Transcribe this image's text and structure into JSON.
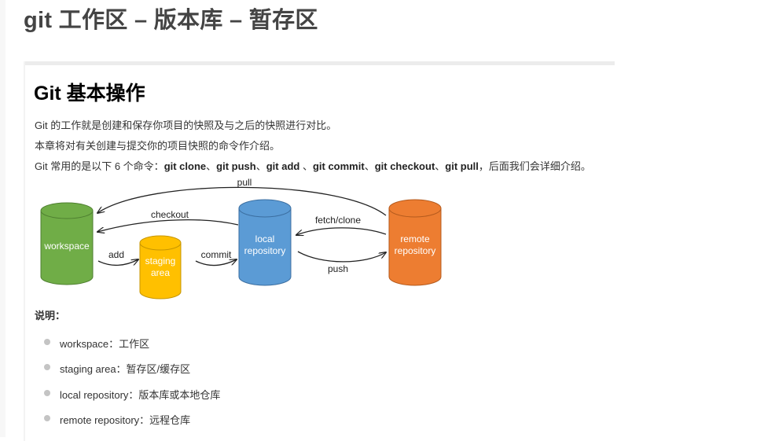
{
  "page_title": "git 工作区 – 版本库 – 暂存区",
  "card_title": "Git 基本操作",
  "paragraphs": {
    "p1": "Git 的工作就是创建和保存你项目的快照及与之后的快照进行对比。",
    "p2": "本章将对有关创建与提交你的项目快照的命令作介绍。",
    "p3_prefix": "Git 常用的是以下 6 个命令：",
    "commands": [
      "git clone",
      "git push",
      "git add",
      "git commit",
      "git checkout",
      "git pull"
    ],
    "sep1": "、",
    "sep2": "、",
    "sep3": " 、",
    "sep4": "、",
    "sep5": "、",
    "p3_suffix": "，后面我们会详细介绍。"
  },
  "diagram": {
    "nodes": {
      "workspace": {
        "label": "workspace",
        "color": "#70AD47"
      },
      "staging": {
        "line1": "staging",
        "line2": "area",
        "color": "#FFC000"
      },
      "local": {
        "line1": "local",
        "line2": "repository",
        "color": "#5B9BD5"
      },
      "remote": {
        "line1": "remote",
        "line2": "repository",
        "color": "#ED7D31"
      }
    },
    "arrows": {
      "pull": "pull",
      "checkout": "checkout",
      "fetch_clone": "fetch/clone",
      "add": "add",
      "commit": "commit",
      "push": "push"
    }
  },
  "note_label": "说明：",
  "definitions": [
    "workspace：工作区",
    "staging area：暂存区/缓存区",
    "local repository：版本库或本地仓库",
    "remote repository：远程仓库"
  ]
}
